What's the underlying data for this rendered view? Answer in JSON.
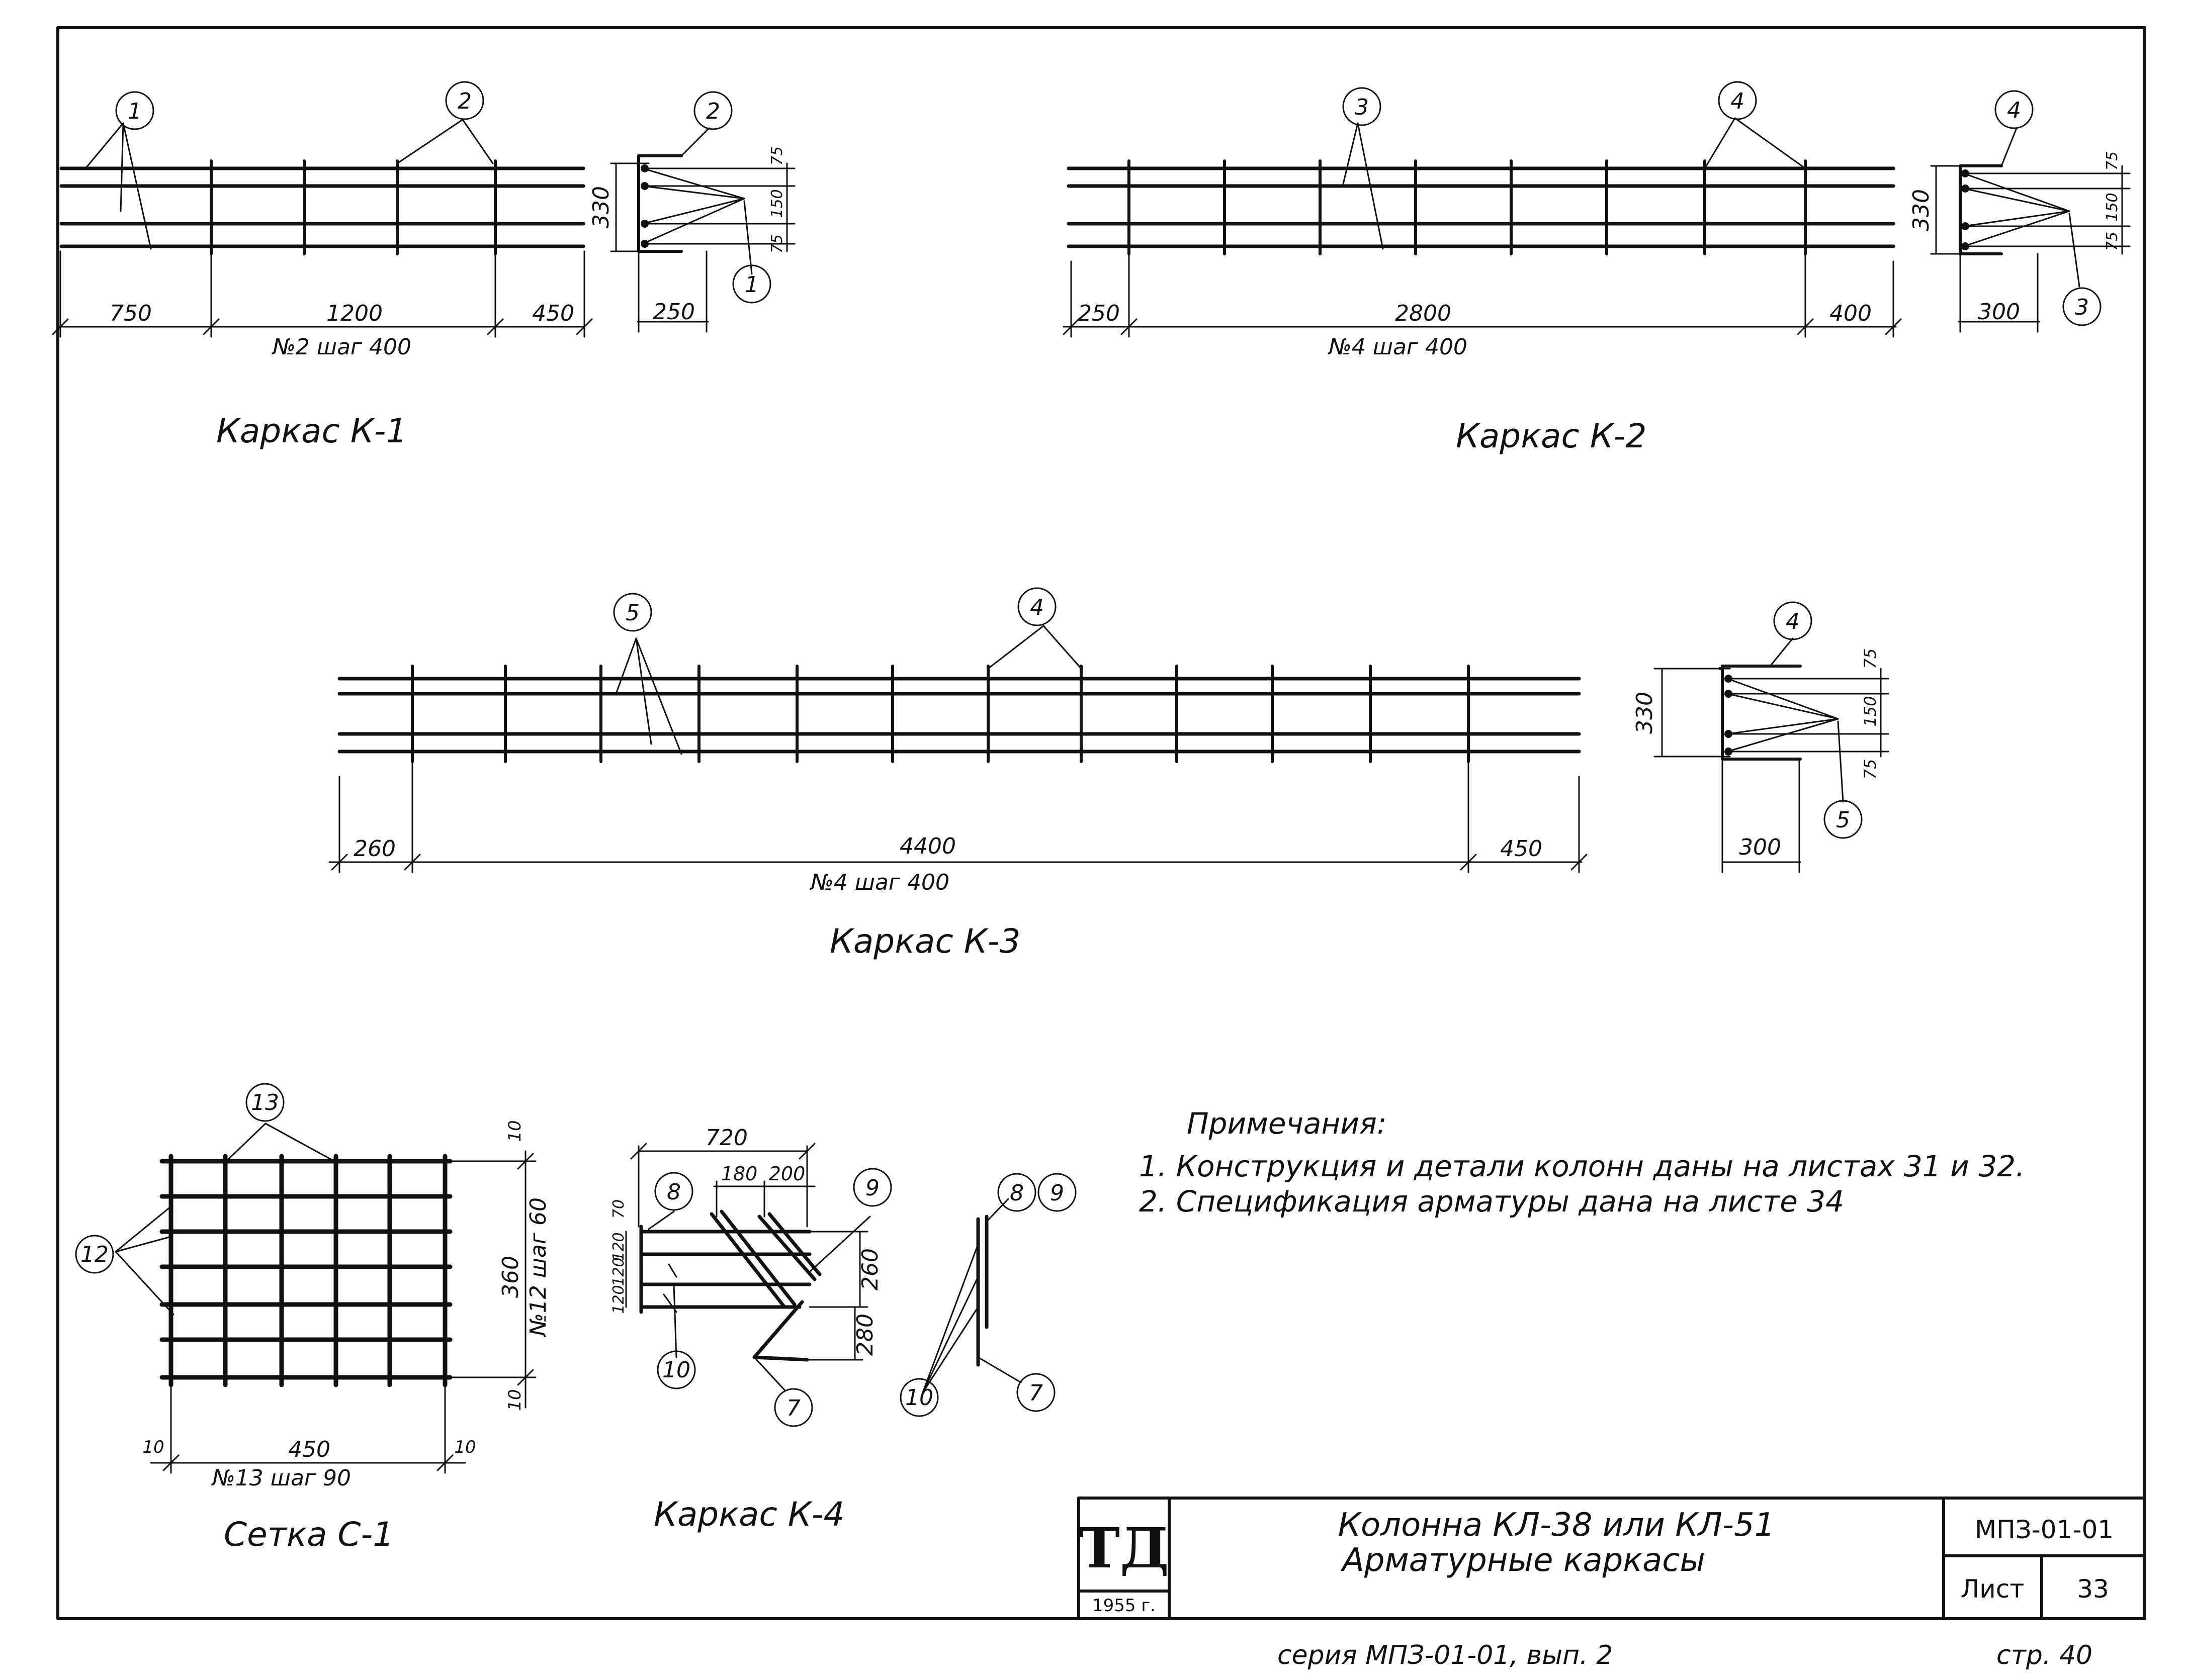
{
  "captions": {
    "k1": "Каркас К-1",
    "k2": "Каркас К-2",
    "k3": "Каркас К-3",
    "k4": "Каркас К-4",
    "c1": "Сетка С-1"
  },
  "dims": {
    "k1_a": "750",
    "k1_b": "1200",
    "k1_c": "450",
    "k1_spec": "№2 шаг 400",
    "k1_h": "330",
    "k1_w": "250",
    "k1_s1": "75",
    "k1_s2": "150",
    "k1_s3": "75",
    "k2_a": "250",
    "k2_b": "2800",
    "k2_c": "400",
    "k2_spec": "№4 шаг 400",
    "k2_h": "330",
    "k2_w": "300",
    "k2_s1": "75",
    "k2_s2": "150",
    "k2_s3": "75",
    "k3_a": "260",
    "k3_b": "4400",
    "k3_c": "450",
    "k3_spec": "№4 шаг 400",
    "k3_h": "330",
    "k3_w": "300",
    "k3_s1": "75",
    "k3_s2": "150",
    "k3_s3": "75",
    "k4_a": "720",
    "k4_b": "180",
    "k4_c": "200",
    "k4_d": "70",
    "k4_e": "120",
    "k4_f": "120",
    "k4_g": "120",
    "k4_h1": "260",
    "k4_h2": "280",
    "c1_w": "450",
    "c1_spec_x": "№13 шаг 90",
    "c1_h": "360",
    "c1_spec_y": "№12 шаг 60",
    "c1_m1": "10",
    "c1_m2": "10",
    "c1_m3": "10",
    "c1_m4": "10"
  },
  "marks": {
    "m1": "1",
    "m2": "2",
    "m3": "3",
    "m4": "4",
    "m5": "5",
    "m7": "7",
    "m8": "8",
    "m9": "9",
    "m10": "10",
    "m12": "12",
    "m13": "13"
  },
  "notes": {
    "heading": "Примечания:",
    "n1": "1. Конструкция и детали колонн даны на листах 31 и 32.",
    "n2": "2. Спецификация арматуры дана на листе 34"
  },
  "title_block": {
    "logo": "ТД",
    "year": "1955 г.",
    "title_line1": "Колонна КЛ-38 или КЛ-51",
    "title_line2": "Арматурные каркасы",
    "code": "МПЗ-01-01",
    "sheet_label": "Лист",
    "sheet_no": "33"
  },
  "footer": {
    "series": "серия МПЗ-01-01, вып. 2",
    "page": "стр. 40"
  }
}
